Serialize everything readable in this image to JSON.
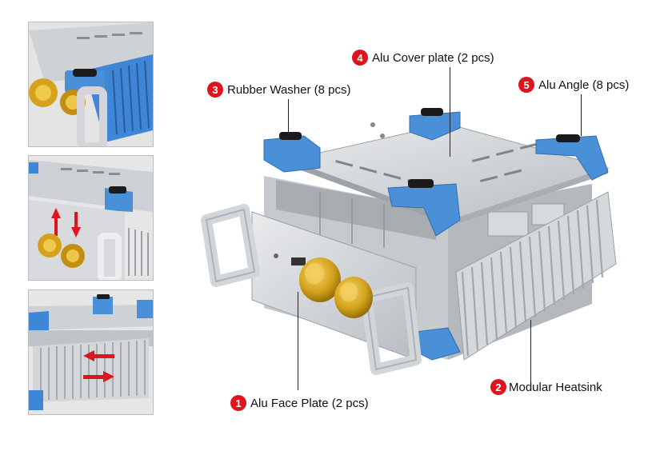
{
  "callouts": [
    {
      "number": "1",
      "label": "Alu Face Plate (2 pcs)"
    },
    {
      "number": "2",
      "label": "Modular Heatsink"
    },
    {
      "number": "3",
      "label": "Rubber Washer (8 pcs)"
    },
    {
      "number": "4",
      "label": "Alu Cover plate (2 pcs)"
    },
    {
      "number": "5",
      "label": "Alu Angle (8 pcs)"
    }
  ],
  "colors": {
    "badge": "#e0141e",
    "blue_part": "#4a90d9",
    "aluminium": "#c9ccd0",
    "gold_knob": "#d4a21c"
  }
}
